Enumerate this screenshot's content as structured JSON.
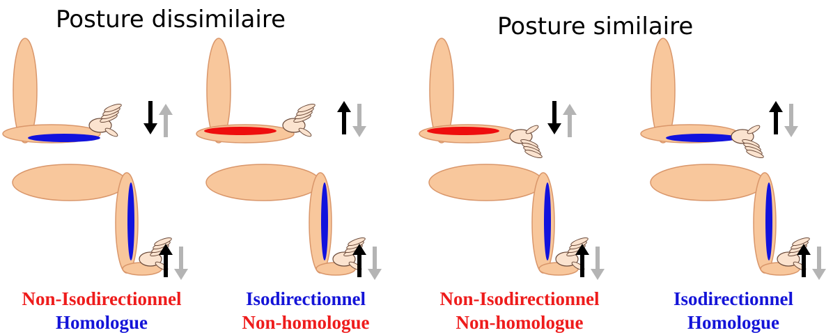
{
  "sections": [
    {
      "title": "Posture dissimilaire"
    },
    {
      "title": "Posture similaire"
    }
  ],
  "panels": [
    {
      "line1": "Non-Isodirectionnel",
      "line2": "Homologue",
      "line1_color": "#ee1c1c",
      "line2_color": "#1414d8",
      "upper_muscle": "blue",
      "lower_muscle": "blue",
      "upper_arrows": "down-up",
      "lower_arrows": "up-down",
      "hand_pose": "up"
    },
    {
      "line1": "Isodirectionnel",
      "line2": "Non-homologue",
      "line1_color": "#1414d8",
      "line2_color": "#ee1c1c",
      "upper_muscle": "red",
      "lower_muscle": "blue",
      "upper_arrows": "up-down",
      "lower_arrows": "up-down",
      "hand_pose": "up"
    },
    {
      "line1": "Non-Isodirectionnel",
      "line2": "Non-homologue",
      "line1_color": "#ee1c1c",
      "line2_color": "#ee1c1c",
      "upper_muscle": "red",
      "lower_muscle": "blue",
      "upper_arrows": "down-up",
      "lower_arrows": "up-down",
      "hand_pose": "down"
    },
    {
      "line1": "Isodirectionnel",
      "line2": "Homologue",
      "line1_color": "#1414d8",
      "line2_color": "#1414d8",
      "upper_muscle": "blue",
      "lower_muscle": "blue",
      "upper_arrows": "up-down",
      "lower_arrows": "up-down",
      "hand_pose": "down"
    }
  ],
  "colors": {
    "limb_fill": "#f8c79c",
    "limb_stroke": "#d9966a",
    "muscle_red": "#ee0e0e",
    "muscle_blue": "#1212dd",
    "arrow_black": "#000000",
    "arrow_gray": "#b4b4b4"
  }
}
